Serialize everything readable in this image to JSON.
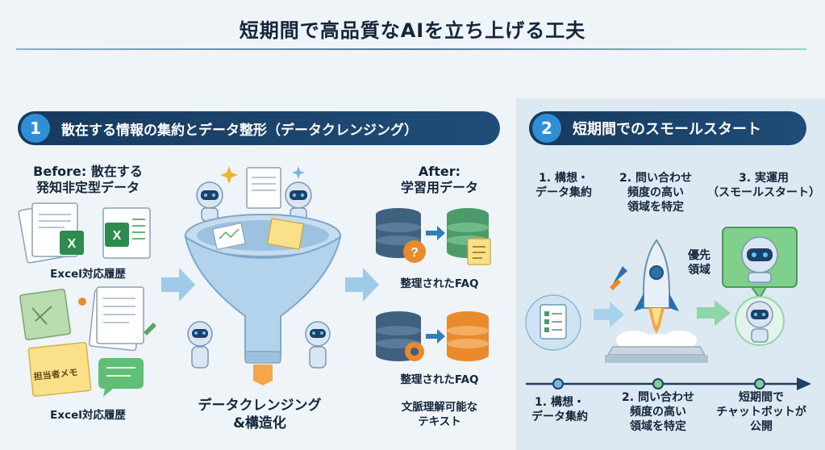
{
  "title": "短期間で高品質なAIを立ち上げる工夫",
  "section1": {
    "number": "1",
    "heading": "散在する情報の集約とデータ整形（データクレンジング）",
    "before_line1": "Before: 散在する",
    "before_line2": "発知非定型データ",
    "excel_label_top": "Excel対応履歴",
    "excel_label_bottom": "Excel対応履歴",
    "sticky_note": "担当者メモ",
    "funnel_line1": "データクレンジング",
    "funnel_line2": "&構造化",
    "after_line1": "After:",
    "after_line2": "学習用データ",
    "faq_label_1": "整理されたFAQ",
    "faq_label_2": "整理されたFAQ",
    "text_line1": "文脈理解可能な",
    "text_line2": "テキスト"
  },
  "section2": {
    "number": "2",
    "heading": "短期間でのスモールスタート",
    "top_steps": [
      {
        "line1": "1. 構想・",
        "line2": "データ集約",
        "line3": ""
      },
      {
        "line1": "2. 問い合わせ",
        "line2": "頻度の高い",
        "line3": "領域を特定"
      },
      {
        "line1": "3. 実運用",
        "line2": "（スモールスタート）",
        "line3": ""
      }
    ],
    "priority_line1": "優先",
    "priority_line2": "領域",
    "timeline_steps": [
      {
        "line1": "1. 構想・",
        "line2": "データ集約",
        "line3": ""
      },
      {
        "line1": "2. 問い合わせ",
        "line2": "頻度の高い",
        "line3": "領域を特定"
      },
      {
        "line1": "短期間で",
        "line2": "チャットボットが",
        "line3": "公開"
      }
    ]
  },
  "colors": {
    "navy": "#173a5e",
    "accent_blue": "#2f8fd6",
    "excel_green": "#2e8b4e",
    "orange": "#e98a2c",
    "teal": "#3ab39a"
  }
}
